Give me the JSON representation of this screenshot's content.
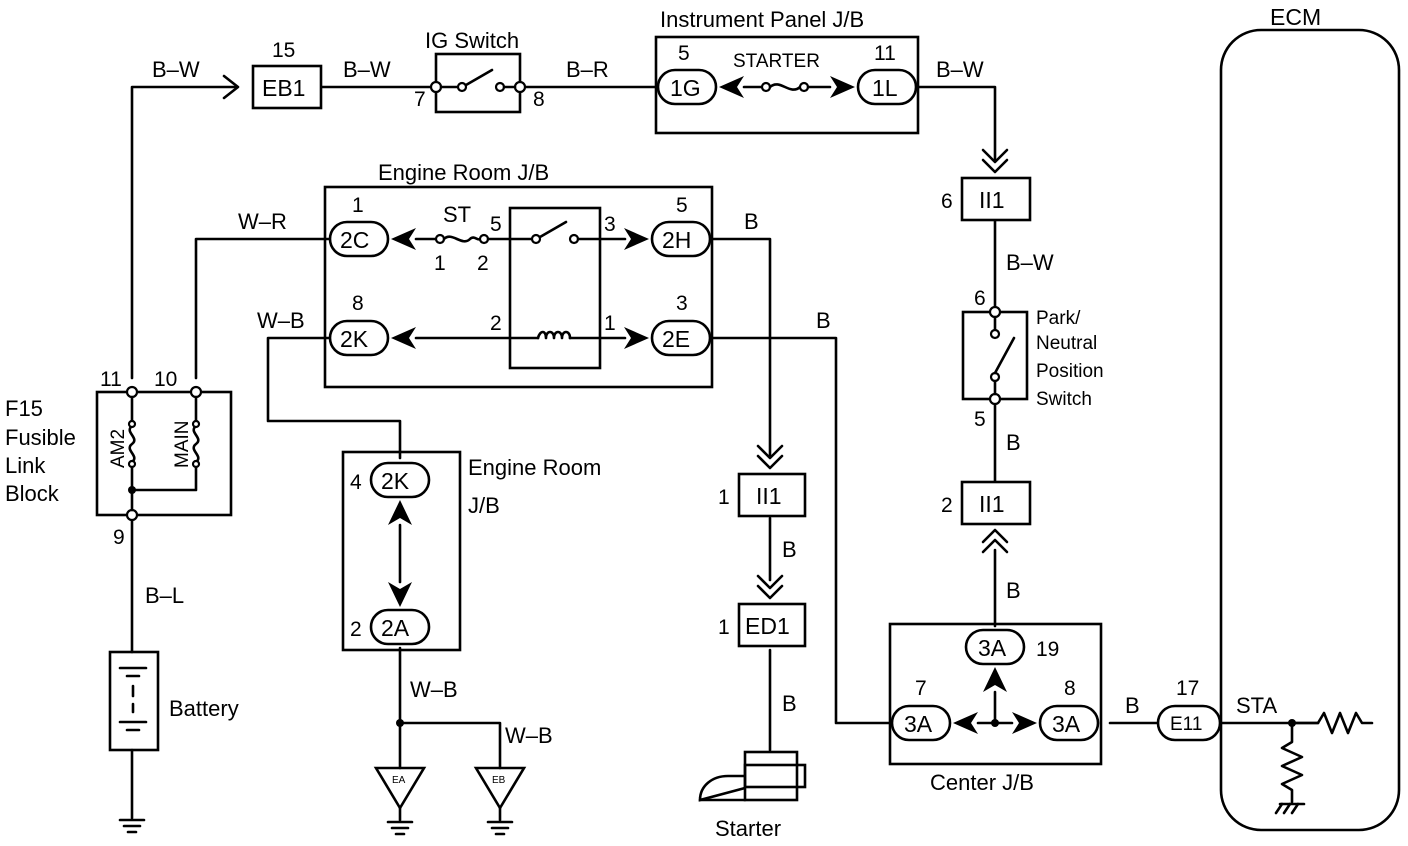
{
  "components": {
    "ecm": "ECM",
    "ig_switch": "IG Switch",
    "instrument_panel_jb": "Instrument Panel J/B",
    "engine_room_jb": "Engine Room J/B",
    "engine_room_jb2_line1": "Engine Room",
    "engine_room_jb2_line2": "J/B",
    "center_jb": "Center J/B",
    "fusible_link_block": [
      "F15",
      "Fusible",
      "Link",
      "Block"
    ],
    "park_neutral_switch": [
      "Park/",
      "Neutral",
      "Position",
      "Switch"
    ],
    "battery": "Battery",
    "starter": "Starter",
    "starter_fuse": "STARTER",
    "st_fuse": "ST",
    "am2_fuse": "AM2",
    "main_fuse": "MAIN",
    "sta_terminal": "STA",
    "ground_ea": "EA",
    "ground_eb": "EB"
  },
  "connectors": {
    "eb1": "EB1",
    "ip_1g": "1G",
    "ip_1l": "1L",
    "ii1_top": "II1",
    "ii1_mid": "II1",
    "ii1_park": "II1",
    "ed1": "ED1",
    "er_2c": "2C",
    "er_2k": "2K",
    "er_2h": "2H",
    "er_2e": "2E",
    "er2_2k": "2K",
    "er2_2a": "2A",
    "c_3a_top": "3A",
    "c_3a_left": "3A",
    "c_3a_right": "3A",
    "e11": "E11"
  },
  "pins": {
    "eb1": "15",
    "ig_in": "7",
    "ig_out": "8",
    "ip_1g": "5",
    "ip_1l": "11",
    "ii1_top": "6",
    "park_top": "6",
    "park_bottom": "5",
    "ii1_park": "2",
    "er_2c": "1",
    "er_relay_5": "5",
    "er_relay_3": "3",
    "er_2h": "5",
    "st_1": "1",
    "st_2": "2",
    "er_2k": "8",
    "er_relay_2": "2",
    "er_relay_1": "1",
    "er_2e": "3",
    "fl_11": "11",
    "fl_10": "10",
    "fl_9": "9",
    "er2_2k": "4",
    "er2_2a": "2",
    "ii1_mid": "1",
    "ed1": "1",
    "c_3a_top": "19",
    "c_3a_left": "7",
    "c_3a_right": "8",
    "e11": "17"
  },
  "wires": {
    "bw_left": "B–W",
    "bw_eb1": "B–W",
    "br_ig": "B–R",
    "bw_ip": "B–W",
    "bw_park": "B–W",
    "b_park": "B",
    "b_center": "B",
    "wr": "W–R",
    "wb_er": "W–B",
    "b_2h": "B",
    "b_2e": "B",
    "bl": "B–L",
    "wb_ground": "W–B",
    "wb_eb": "W–B",
    "b_ii1": "B",
    "b_ed1": "B",
    "b_e11": "B"
  }
}
